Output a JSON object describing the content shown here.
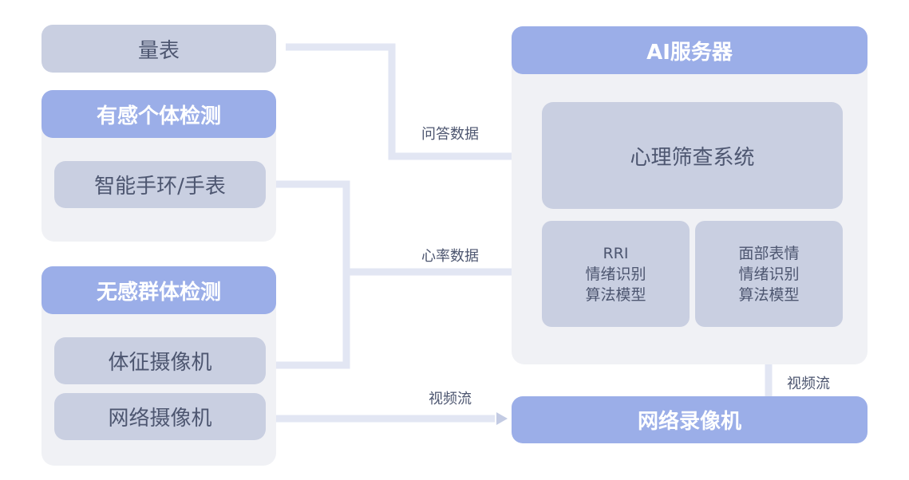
{
  "left": {
    "scale": "量表",
    "sensing_individual": {
      "title": "有感个体检测",
      "device": "智能手环/手表"
    },
    "nonsensing_group": {
      "title": "无感群体检测",
      "devices": [
        "体征摄像机",
        "网络摄像机"
      ]
    }
  },
  "server": {
    "title": "AI服务器",
    "system": "心理筛查系统",
    "models": [
      [
        "RRI",
        "情绪识别",
        "算法模型"
      ],
      [
        "面部表情",
        "情绪识别",
        "算法模型"
      ]
    ]
  },
  "recorder": "网络录像机",
  "flows": {
    "qa_data": "问答数据",
    "heart_rate_data": "心率数据",
    "video_stream_left": "视频流",
    "video_stream_right": "视频流"
  },
  "colors": {
    "header": "#9baee8",
    "box": "#c9cfe1",
    "panel": "#f0f1f5",
    "connector": "#e2e6f3",
    "arrow": "#c3cbe3"
  }
}
